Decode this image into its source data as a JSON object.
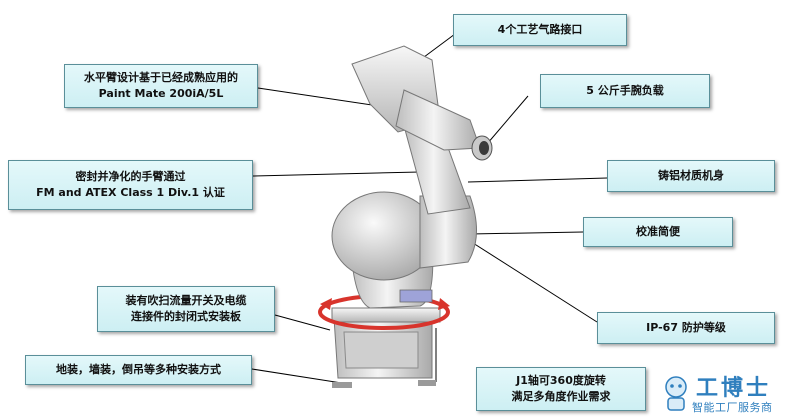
{
  "callouts": {
    "pneumatic_ports": "4个工艺气路接口",
    "horizontal_arm_line1": "水平臂设计基于已经成熟应用的",
    "horizontal_arm_line2": "Paint Mate 200iA/5L",
    "wrist_payload": "5 公斤手腕负载",
    "sealed_arm_line1": "密封并净化的手臂通过",
    "sealed_arm_line2": "FM and ATEX Class 1 Div.1 认证",
    "cast_aluminum": "铸铝材质机身",
    "easy_calibration": "校准简便",
    "mount_plate_line1": "装有吹扫流量开关及电缆",
    "mount_plate_line2": "连接件的封闭式安装板",
    "ip_rating": "IP-67 防护等级",
    "mounting_options": "地装，墙装，倒吊等多种安装方式",
    "j1_rotation_line1": "J1轴可360度旋转",
    "j1_rotation_line2": "满足多角度作业需求"
  },
  "watermark": {
    "title": "工博士",
    "subtitle": "智能工厂服务商"
  },
  "colors": {
    "callout_fill": "#d6f3f6",
    "callout_border": "#5a8f99",
    "leader_line": "#000000",
    "rotation_ring": "#d8342c",
    "robot_body": "#e6e6e6",
    "watermark_blue": "#2f7fbe"
  },
  "icons": {
    "watermark_logo": "robot-mascot-icon"
  }
}
